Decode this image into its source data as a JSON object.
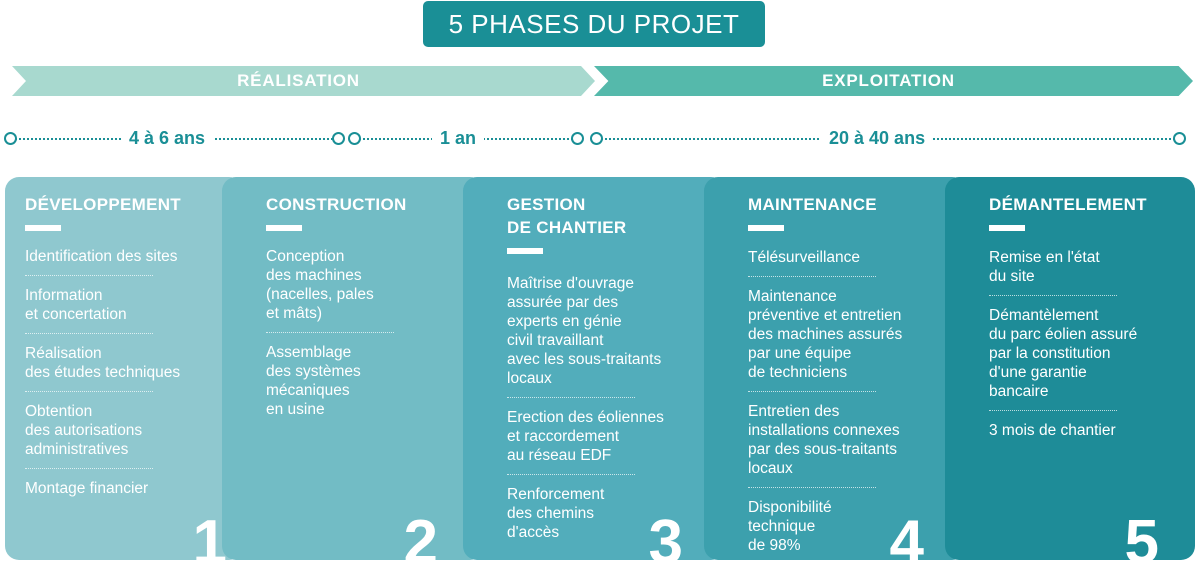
{
  "title": "5 PHASES DU PROJET",
  "phases": [
    {
      "label": "RÉALISATION",
      "color": "#a8d9cf"
    },
    {
      "label": "EXPLOITATION",
      "color": "#55b9ab"
    }
  ],
  "durations": [
    "4 à 6 ans",
    "1 an",
    "20 à 40 ans"
  ],
  "cards": [
    {
      "heading": "DÉVELOPPEMENT",
      "color": "#8fc8cf",
      "items": [
        "Identification des sites",
        "Information\net concertation",
        "Réalisation\ndes études techniques",
        "Obtention\ndes autorisations\nadministratives",
        "Montage financier"
      ],
      "number": "1"
    },
    {
      "heading": "CONSTRUCTION",
      "color": "#72bcc5",
      "items": [
        "Conception\ndes machines\n(nacelles, pales\net mâts)",
        "Assemblage\ndes systèmes\nmécaniques\nen usine"
      ],
      "number": "2"
    },
    {
      "heading": "GESTION\nDE CHANTIER",
      "color": "#52adbb",
      "items": [
        "Maîtrise d'ouvrage\nassurée par des\nexperts en génie\ncivil travaillant\navec les sous-traitants\nlocaux",
        "Erection des éoliennes\net raccordement\nau réseau EDF",
        "Renforcement\ndes chemins\nd'accès"
      ],
      "number": "3"
    },
    {
      "heading": "MAINTENANCE",
      "color": "#3ca0ad",
      "items": [
        "Télésurveillance",
        "Maintenance\npréventive et entretien\ndes machines assurés\npar une équipe\nde techniciens",
        "Entretien des\ninstallations connexes\npar des sous-traitants\nlocaux",
        "Disponibilité\ntechnique\nde 98%"
      ],
      "number": "4"
    },
    {
      "heading": "DÉMANTELEMENT",
      "color": "#1e8c98",
      "items": [
        "Remise en l'état\ndu site",
        "Démantèlement\ndu parc éolien assuré\npar la constitution\nd'une garantie\nbancaire",
        "3 mois de chantier"
      ],
      "number": "5"
    }
  ]
}
